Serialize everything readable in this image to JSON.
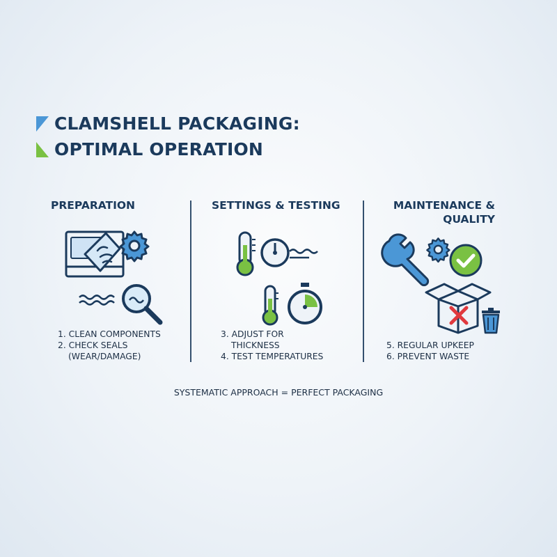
{
  "title": {
    "line1": "CLAMSHELL PACKAGING:",
    "line2": "OPTIMAL OPERATION"
  },
  "colors": {
    "navy": "#1b3a5c",
    "blue": "#4b97d6",
    "green": "#7ac143",
    "red": "#e0393e"
  },
  "columns": [
    {
      "heading": "PREPARATION",
      "steps": [
        "1. CLEAN COMPONENTS",
        "2. CHECK SEALS",
        "(WEAR/DAMAGE)"
      ],
      "icons": [
        "machine-panel-icon",
        "cleaning-hand-icon",
        "gear-icon",
        "magnifier-icon",
        "wave-icon"
      ]
    },
    {
      "heading": "SETTINGS & TESTING",
      "steps": [
        "3. ADJUST FOR",
        "THICKNESS",
        "4. TEST TEMPERATURES"
      ],
      "icons": [
        "thermometer-icon",
        "gauge-icon",
        "wave-icon",
        "stopwatch-icon"
      ]
    },
    {
      "heading_line1": "MAINTENANCE &",
      "heading_line2": "QUALITY",
      "steps": [
        "5. REGULAR UPKEEP",
        "6. PREVENT WASTE"
      ],
      "icons": [
        "wrench-icon",
        "gear-icon",
        "checkmark-icon",
        "open-box-icon",
        "x-mark-icon",
        "trash-can-icon"
      ]
    }
  ],
  "footer": "SYSTEMATIC APPROACH = PERFECT PACKAGING"
}
